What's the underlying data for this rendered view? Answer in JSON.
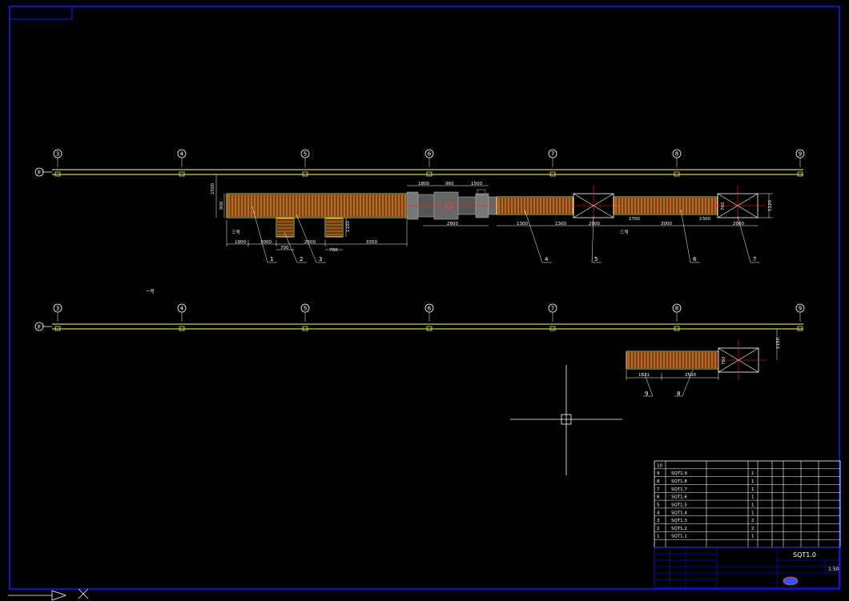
{
  "drawing": {
    "top_grid": {
      "axis_labels": [
        "3",
        "4",
        "5",
        "6",
        "7",
        "8",
        "9"
      ],
      "row_label": "F"
    },
    "bottom_grid": {
      "axis_labels": [
        "3",
        "4",
        "5",
        "6",
        "7",
        "8",
        "9"
      ],
      "row_label": "F"
    },
    "dimensions_top": {
      "width_left": "1500",
      "height_left": "900",
      "conveyor_dims": [
        "1900",
        "3000",
        "2600",
        "3350"
      ],
      "spur_widths": [
        "700",
        "700"
      ],
      "spur_length": "1100",
      "machine_dims": [
        "1800",
        "960",
        "1500",
        "2800"
      ],
      "line_dims": [
        "1300",
        "1300",
        "2000",
        "1700",
        "3000",
        "1300",
        "2000"
      ],
      "height_right": "1120",
      "box_dim": "760"
    },
    "dimensions_bottom": {
      "offset": "1150",
      "lengths": [
        "1831",
        "2500"
      ],
      "box_dim": "760"
    },
    "part_labels_top": [
      "1",
      "2",
      "3",
      "4",
      "5",
      "6",
      "7"
    ],
    "part_labels_bottom": [
      "9",
      "8"
    ],
    "small_notes": [
      "三号",
      "三号",
      "一号"
    ]
  },
  "parts_table": {
    "rows": [
      {
        "no": "10",
        "code": "",
        "name": "",
        "qty": "",
        "note": ""
      },
      {
        "no": "9",
        "code": "SQT1.9",
        "name": "",
        "qty": "1",
        "note": ""
      },
      {
        "no": "8",
        "code": "SQT1.8",
        "name": "",
        "qty": "1",
        "note": ""
      },
      {
        "no": "7",
        "code": "SQT1.7",
        "name": "",
        "qty": "1",
        "note": ""
      },
      {
        "no": "6",
        "code": "SQT1.6",
        "name": "",
        "qty": "1",
        "note": ""
      },
      {
        "no": "5",
        "code": "SQT1.5",
        "name": "",
        "qty": "1",
        "note": ""
      },
      {
        "no": "4",
        "code": "SQT1.4",
        "name": "",
        "qty": "1",
        "note": ""
      },
      {
        "no": "3",
        "code": "SQT1.3",
        "name": "",
        "qty": "2",
        "note": ""
      },
      {
        "no": "2",
        "code": "SQT1.2",
        "name": "",
        "qty": "2",
        "note": ""
      },
      {
        "no": "1",
        "code": "SQT1.1",
        "name": "",
        "qty": "1",
        "note": ""
      }
    ]
  },
  "title_block": {
    "drawing_no": "SQT1.0",
    "scale": "1:50"
  },
  "colors": {
    "frame": "#1a1aff",
    "grid_line": "#ffff66",
    "roller": "#ffcc33",
    "roller_alt": "#ff5533",
    "machine": "#888888",
    "dim": "#ffffff",
    "center": "#ff2222"
  }
}
